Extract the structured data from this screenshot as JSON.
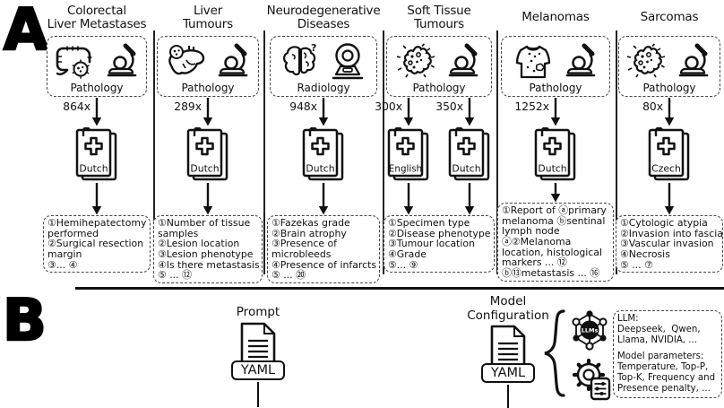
{
  "figure": {
    "panel_a_label": "A",
    "panel_b_label": "B"
  },
  "panelA": {
    "columns": [
      {
        "title": "Colorectal\nLiver Metastases",
        "modality": "Pathology",
        "streams": [
          {
            "count": "864x",
            "language": "Dutch"
          }
        ],
        "findings": [
          "①Hemihepatectomy\nperformed",
          "②Surgical resection\nmargin",
          "③... ④"
        ]
      },
      {
        "title": "Liver\nTumours",
        "modality": "Pathology",
        "streams": [
          {
            "count": "289x",
            "language": "Dutch"
          }
        ],
        "findings": [
          "①Number of tissue\nsamples",
          "②Lesion location",
          "③Lesion phenotype",
          "④Is there metastasis",
          "⑤ ... ⑫"
        ]
      },
      {
        "title": "Neurodegenerative\nDiseases",
        "modality": "Radiology",
        "streams": [
          {
            "count": "948x",
            "language": "Dutch"
          }
        ],
        "findings": [
          "①Fazekas grade",
          "②Brain atrophy",
          "③Presence of\nmicrobleeds",
          "④Presence of infarcts",
          "⑤ ... ⑳"
        ]
      },
      {
        "title": "Soft Tissue\nTumours",
        "modality": "Pathology",
        "streams": [
          {
            "count": "300x",
            "language": "English"
          },
          {
            "count": "350x",
            "language": "Dutch"
          }
        ],
        "findings": [
          "①Specimen type",
          "②Disease phenotype",
          "③Tumour location",
          "④Grade",
          "⑤... ⑨"
        ]
      },
      {
        "title": "Melanomas",
        "modality": "Pathology",
        "streams": [
          {
            "count": "1252x",
            "language": "Dutch"
          }
        ],
        "findings": [
          "①Report of ⓐprimary\nmelanoma ⓑsentinal\nlymph node",
          "ⓐ②Melanoma\nlocation, histological\nmarkers ... ⑫",
          "ⓑ⑬metastasis ... ⑯"
        ]
      },
      {
        "title": "Sarcomas",
        "modality": "Pathology",
        "streams": [
          {
            "count": "80x",
            "language": "Czech"
          }
        ],
        "findings": [
          "①Cytologic atypia",
          "②Invasion into fascia",
          "③Vascular invasion",
          "④Necrosis",
          "⑤ ... ⑦"
        ]
      }
    ]
  },
  "panelB": {
    "prompt": {
      "title": "Prompt",
      "format": "YAML"
    },
    "model_config": {
      "title": "Model\nConfiguration",
      "format": "YAML"
    },
    "llm_network_label": "LLMs",
    "info_box": {
      "llm_block": "LLM:\nDeepseek,  Qwen,\nLlama, NVIDIA, ...",
      "params_block": "Model parameters:\nTemperature, Top-P,\nTop-K, Frequency and\nPresence penalty, ..."
    }
  },
  "colors": {
    "ink": "#111111",
    "dash_border": "#444444",
    "background": "#ffffff"
  }
}
